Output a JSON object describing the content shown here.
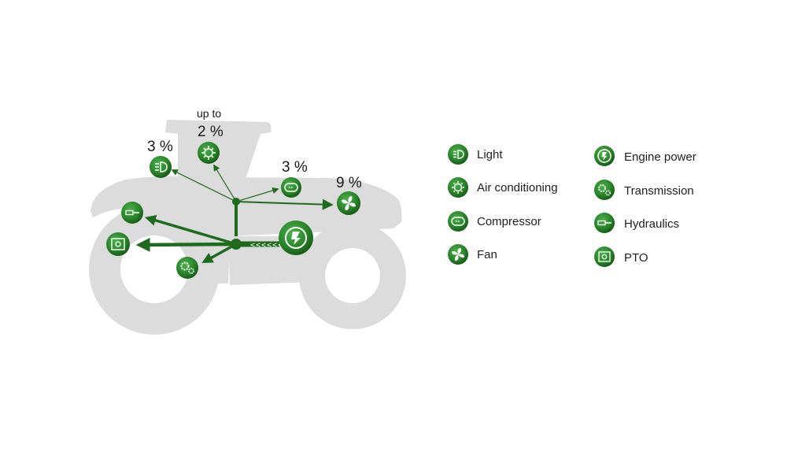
{
  "colors": {
    "green": "#2d8a2d",
    "dark_green": "#1e6b1e",
    "tractor_gray": "#d9d9d9",
    "text": "#1a1a1a"
  },
  "consumers": {
    "light": {
      "label": "Light",
      "value": "3 %",
      "icon": "headlight-icon"
    },
    "air_conditioning": {
      "label": "Air conditioning",
      "prefix": "up to",
      "value": "2 %",
      "icon": "snowflake-sun-icon"
    },
    "compressor": {
      "label": "Compressor",
      "value": "3 %",
      "icon": "compressor-icon"
    },
    "fan": {
      "label": "Fan",
      "value": "9 %",
      "icon": "fan-icon"
    },
    "engine_power": {
      "label": "Engine power",
      "icon": "engine-icon"
    },
    "transmission": {
      "label": "Transmission",
      "icon": "gears-icon"
    },
    "hydraulics": {
      "label": "Hydraulics",
      "icon": "hydraulic-cylinder-icon"
    },
    "pto": {
      "label": "PTO",
      "icon": "pto-icon"
    }
  }
}
